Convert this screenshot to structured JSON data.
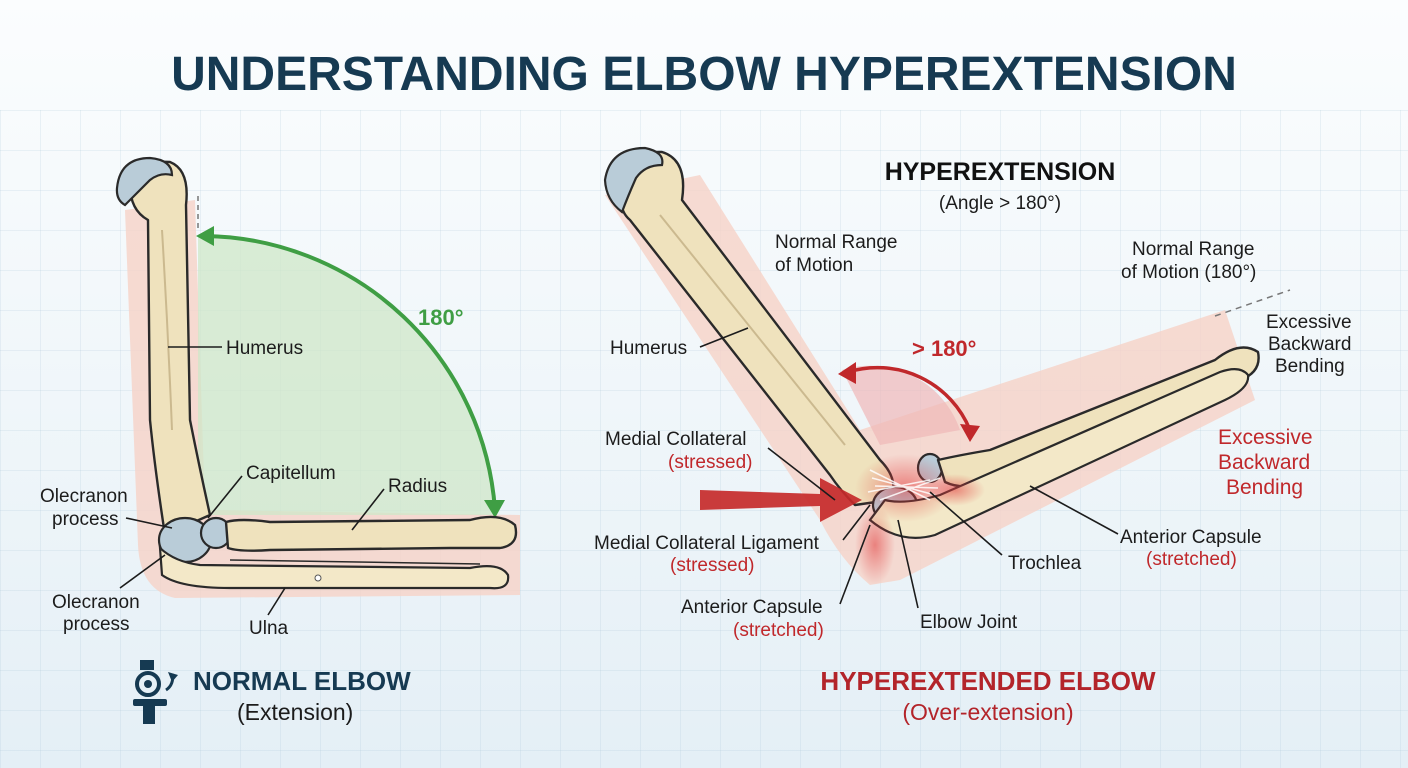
{
  "title": "UNDERSTANDING ELBOW HYPEREXTENSION",
  "normal": {
    "angle_label": "180°",
    "labels": {
      "humerus": "Humerus",
      "capitellum": "Capitellum",
      "radius": "Radius",
      "olecranon_top_1": "Olecranon",
      "olecranon_top_2": "process",
      "olecranon_bottom_1": "Olecranon",
      "olecranon_bottom_2": "process",
      "ulna": "Ulna"
    },
    "caption": "NORMAL ELBOW",
    "subcaption": "(Extension)",
    "icon": "elbow-joint-icon"
  },
  "hyper": {
    "heading": "HYPEREXTENSION",
    "heading_sub": "(Angle > 180°)",
    "angle_label": "> 180°",
    "labels": {
      "normal_range_left_1": "Normal Range",
      "normal_range_left_2": "of Motion",
      "normal_range_right_1": "Normal Range",
      "normal_range_right_2": "of Motion (180°)",
      "excessive_black_1": "Excessive",
      "excessive_black_2": "Backward",
      "excessive_black_3": "Bending",
      "excessive_red_1": "Excessive",
      "excessive_red_2": "Backward",
      "excessive_red_3": "Bending",
      "humerus": "Humerus",
      "medial_collateral": "Medial Collateral",
      "medial_collateral_state": "(stressed)",
      "mcl": "Medial Collateral Ligament",
      "mcl_state": "(stressed)",
      "anterior_capsule_left": "Anterior Capsule",
      "anterior_capsule_left_state": "(stretched)",
      "elbow_joint": "Elbow Joint",
      "trochlea": "Trochlea",
      "anterior_capsule_right": "Anterior Capsule",
      "anterior_capsule_right_state": "(stretched)"
    },
    "caption": "HYPEREXTENDED ELBOW",
    "subcaption": "(Over-extension)"
  },
  "colors": {
    "title": "#163a52",
    "normal_arc": "#3f9e44",
    "hyper_red": "#c0282b",
    "bone": "#efe2bd",
    "cartilage": "#b9ccd8",
    "skin": "#f6d2c7"
  }
}
